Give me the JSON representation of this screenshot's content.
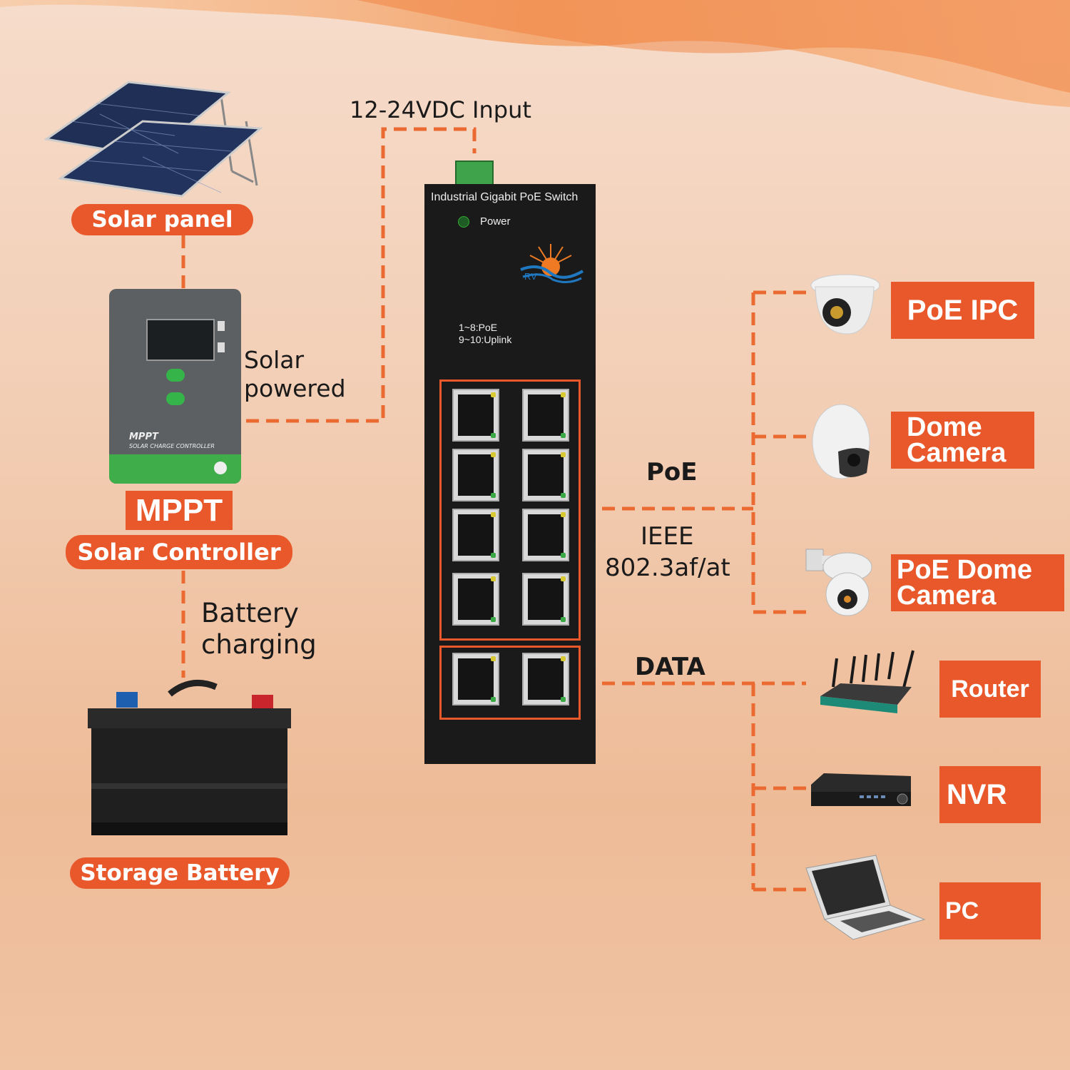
{
  "top_label": "12-24VDC Input",
  "switch": {
    "title": "Industrial Gigabit PoE Switch",
    "power_label": "Power",
    "logo_text": "RV",
    "port_legend_line1": "1~8:PoE",
    "port_legend_line2": "9~10:Uplink"
  },
  "left": {
    "solar_panel_label": "Solar panel",
    "solar_powered_line1": "Solar",
    "solar_powered_line2": "powered",
    "mppt_label": "MPPT",
    "controller_label": "Solar Controller",
    "controller_device_line1": "MPPT",
    "controller_device_line2": "SOLAR CHARGE CONTROLLER",
    "battery_charging_line1": "Battery",
    "battery_charging_line2": "charging",
    "battery_label": "Storage Battery"
  },
  "middle": {
    "poe_label": "PoE",
    "ieee_line1": "IEEE",
    "ieee_line2": "802.3af/at",
    "data_label": "DATA"
  },
  "devices": {
    "poe_ipc": "PoE IPC",
    "dome_camera_line1": "Dome",
    "dome_camera_line2": "Camera",
    "poe_dome_line1": "PoE Dome",
    "poe_dome_line2": "Camera",
    "router": "Router",
    "nvr": "NVR",
    "pc": "PC"
  },
  "colors": {
    "accent": "#e8582a",
    "connector_line": "#ea6a32",
    "switch_body": "#1a1a1a"
  }
}
